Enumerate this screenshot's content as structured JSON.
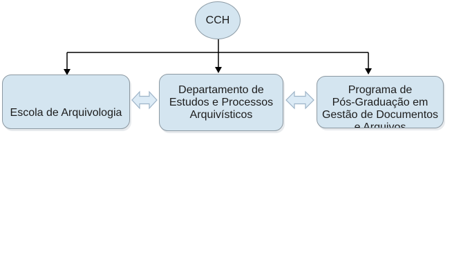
{
  "diagram": {
    "root_label": "CCH",
    "boxes": [
      {
        "id": "escola-de-arquivologia",
        "lines": [
          "Escola de Arquivologia"
        ]
      },
      {
        "id": "departamento-de-estudos-e-processos-arquivisticos",
        "lines": [
          "Departamento de",
          "Estudos e Processos",
          "Arquivísticos"
        ]
      },
      {
        "id": "programa-de-pos-graduacao-em-gestao-de-documentos-e-arquivos",
        "lines": [
          "Programa de",
          "Pós-Graduação em",
          "Gestão de Documentos",
          "e Arquivos"
        ],
        "note_last_line_clipped": true
      }
    ],
    "colors": {
      "node_fill": "#d4e5f0",
      "node_border": "#8b98a1",
      "double_arrow_fill": "#dcebf6",
      "double_arrow_border": "#9db3c7",
      "connector_line": "#000000",
      "text": "#1c1c1c",
      "background": "#ffffff"
    }
  }
}
